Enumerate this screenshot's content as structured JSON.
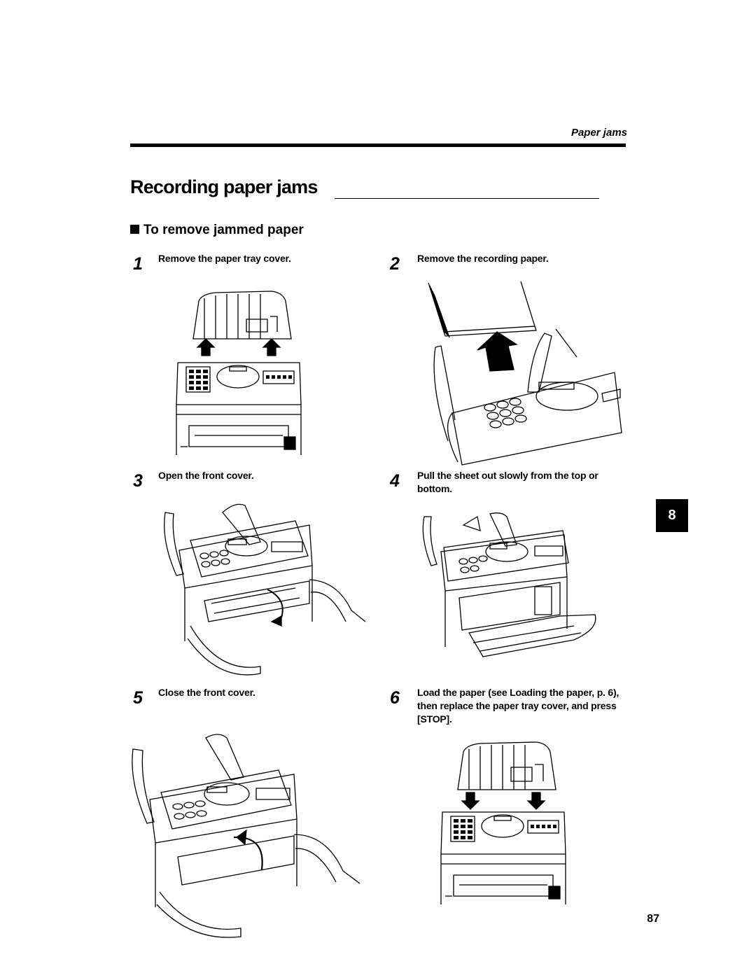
{
  "header": {
    "section_label": "Paper jams"
  },
  "title": "Recording paper jams",
  "subheading": "To remove jammed paper",
  "steps": [
    {
      "number": "1",
      "text": "Remove the paper tray cover."
    },
    {
      "number": "2",
      "text": "Remove the recording paper."
    },
    {
      "number": "3",
      "text": "Open the front cover."
    },
    {
      "number": "4",
      "text": "Pull the sheet out slowly from the top or bottom."
    },
    {
      "number": "5",
      "text": "Close the front cover."
    },
    {
      "number": "6",
      "text": "Load the paper (see Loading the paper, p. 6), then replace the paper tray cover, and press [STOP]."
    }
  ],
  "chapter_tab": "8",
  "page_number": "87",
  "illustrations": [
    {
      "step": "1",
      "icon": "fax-remove-tray-cover-illustration"
    },
    {
      "step": "2",
      "icon": "fax-remove-recording-paper-illustration"
    },
    {
      "step": "3",
      "icon": "fax-open-front-cover-illustration"
    },
    {
      "step": "4",
      "icon": "fax-pull-sheet-illustration"
    },
    {
      "step": "5",
      "icon": "fax-close-front-cover-illustration"
    },
    {
      "step": "6",
      "icon": "fax-replace-tray-cover-illustration"
    }
  ]
}
